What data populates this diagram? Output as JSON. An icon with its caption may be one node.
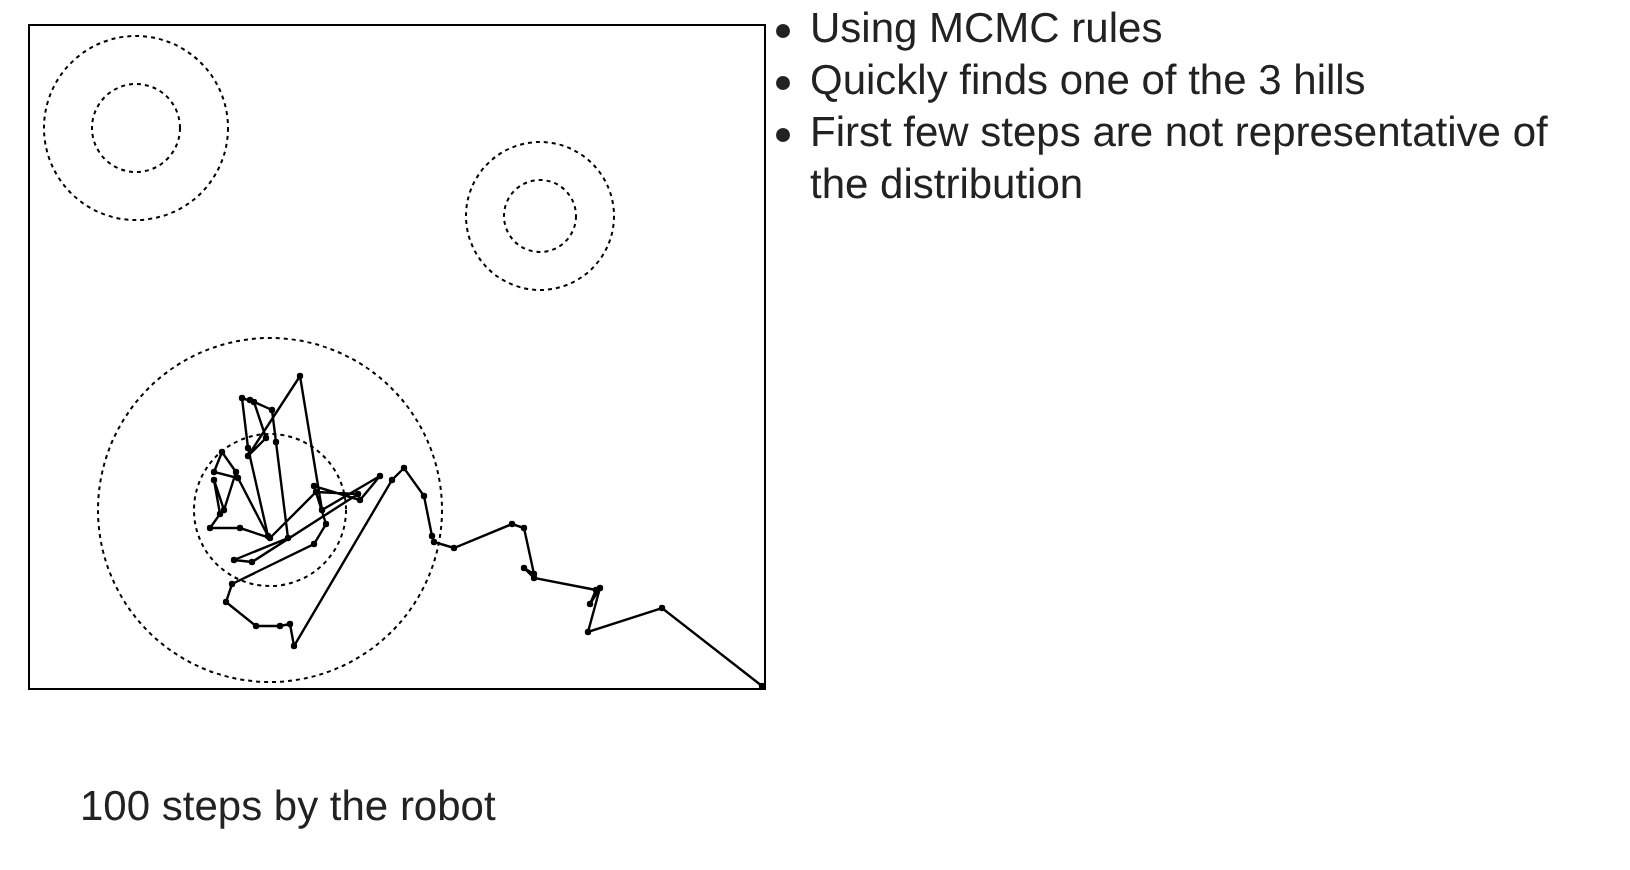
{
  "diagram": {
    "caption": "100 steps by the robot",
    "labels": [
      "Using MCMC rules",
      "Quickly finds one of the 3 hills",
      "First few steps are not representative of the distribution"
    ]
  }
}
